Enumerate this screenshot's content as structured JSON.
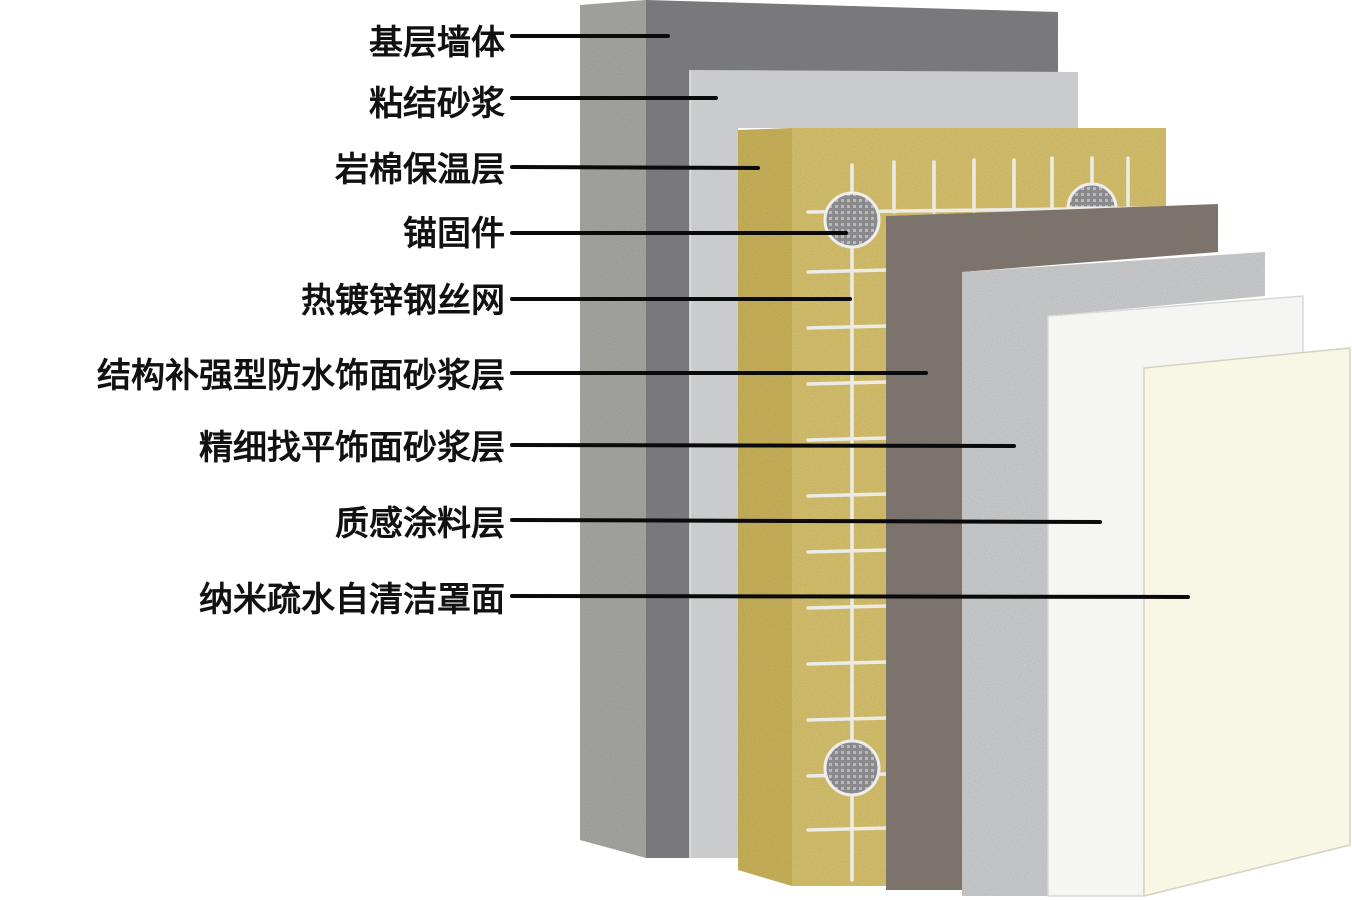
{
  "layers": [
    {
      "id": "base-wall",
      "label": "基层墙体"
    },
    {
      "id": "bonding-mortar",
      "label": "粘结砂浆"
    },
    {
      "id": "rock-wool",
      "label": "岩棉保温层"
    },
    {
      "id": "anchor",
      "label": "锚固件"
    },
    {
      "id": "wire-mesh",
      "label": "热镀锌钢丝网"
    },
    {
      "id": "reinforced-mortar",
      "label": "结构补强型防水饰面砂浆层"
    },
    {
      "id": "leveling-mortar",
      "label": "精细找平饰面砂浆层"
    },
    {
      "id": "texture-coating",
      "label": "质感涂料层"
    },
    {
      "id": "nano-topcoat",
      "label": "纳米疏水自清洁罩面"
    }
  ],
  "colors": {
    "base_wall": "#7d7d80",
    "base_wall_side": "#a9a9a6",
    "bonding_mortar": "#d0d1d2",
    "rock_wool": "#d9c46e",
    "rock_wool_side": "#cdb55c",
    "reinforced_mortar": "#7f776f",
    "leveling_mortar": "#cfd0d1",
    "texture_coating": "#f5f5f4",
    "nano_topcoat": "#f8f6e4",
    "leader_line": "#0a0a0a"
  }
}
